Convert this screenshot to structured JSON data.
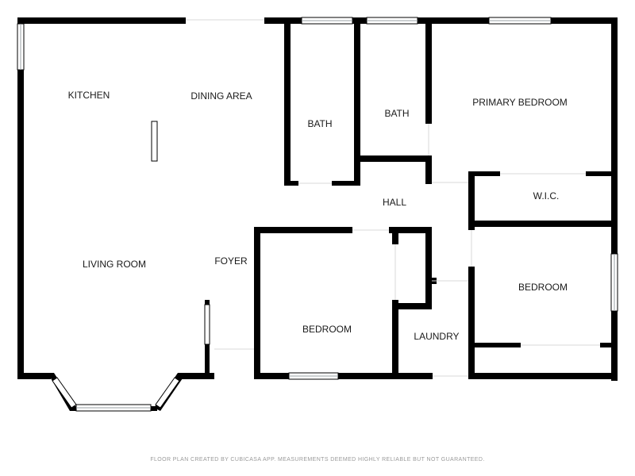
{
  "plan": {
    "rooms": {
      "kitchen": "KITCHEN",
      "dining_area": "DINING AREA",
      "bath_1": "BATH",
      "bath_2": "BATH",
      "primary_bedroom": "PRIMARY BEDROOM",
      "hall": "HALL",
      "wic": "W.I.C.",
      "living_room": "LIVING ROOM",
      "foyer": "FOYER",
      "bedroom_center": "BEDROOM",
      "bedroom_right": "BEDROOM",
      "laundry": "LAUNDRY"
    },
    "colors": {
      "wall": "#000000",
      "window_line": "#9aa0a6",
      "background": "#ffffff",
      "footer_text": "#9a9a9a"
    }
  },
  "footer": {
    "disclaimer": "FLOOR PLAN CREATED BY CUBICASA APP. MEASUREMENTS DEEMED HIGHLY RELIABLE BUT NOT GUARANTEED."
  }
}
